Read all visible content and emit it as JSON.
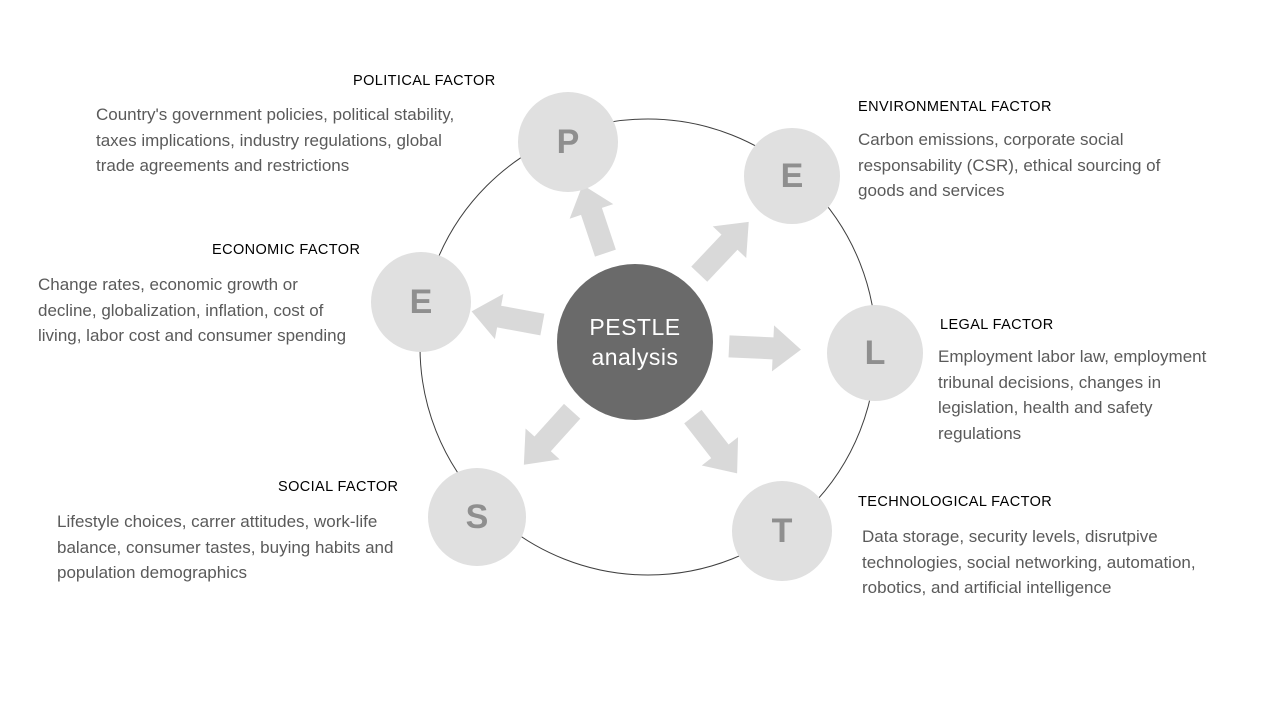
{
  "diagram_title": {
    "line1": "PESTLE",
    "line2": "analysis"
  },
  "factors": {
    "political": {
      "letter": "P",
      "title": "POLITICAL FACTOR",
      "description": "Country's government policies, political stability, taxes implications, industry regulations, global trade agreements and restrictions"
    },
    "environmental": {
      "letter": "E",
      "title": "ENVIRONMENTAL FACTOR",
      "description": "Carbon emissions, corporate social responsability (CSR), ethical sourcing of goods and services"
    },
    "legal": {
      "letter": "L",
      "title": "LEGAL FACTOR",
      "description": "Employment labor law, employment tribunal decisions, changes in legislation, health and safety regulations"
    },
    "technological": {
      "letter": "T",
      "title": "TECHNOLOGICAL FACTOR",
      "description": "Data storage, security levels, disrutpive technologies, social networking, automation, robotics, and artificial intelligence"
    },
    "social": {
      "letter": "S",
      "title": "SOCIAL FACTOR",
      "description": "Lifestyle choices, carrer attitudes, work-life balance, consumer tastes, buying habits and population demographics"
    },
    "economic": {
      "letter": "E",
      "title": "ECONOMIC FACTOR",
      "description": "Change rates, economic growth or decline, globalization, inflation, cost of living, labor cost and consumer spending"
    }
  },
  "colors": {
    "center_circle": "#6a6a6a",
    "node_circle": "#e0e0e0",
    "arrow": "#d9d9d9",
    "ring_outline": "#3f3f3f",
    "node_letter": "#8f8f8f",
    "body_text": "#5a5a5a",
    "title_text": "#000000",
    "center_text": "#ffffff"
  }
}
